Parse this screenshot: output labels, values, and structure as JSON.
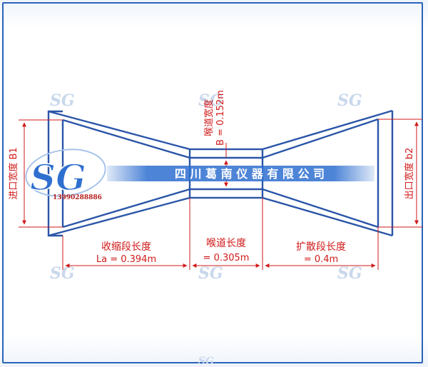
{
  "watermark": "SG",
  "logo": {
    "text": "SG",
    "phone": "13990288886"
  },
  "company_banner": "四 川 葛 南 仪 器 有 限 公 司",
  "labels": {
    "inlet_width": "进口宽度  B1",
    "outlet_width": "出口宽度  b2",
    "throat_width_title": "喉道宽度",
    "throat_width_value": "B = 0.152m",
    "converging_title": "收缩段长度",
    "converging_value": "La = 0.394m",
    "throat_length_title": "喉道长度",
    "throat_length_value": "= 0.305m",
    "diverging_title": "扩散段长度",
    "diverging_value": "= 0.4m"
  },
  "colors": {
    "outline": "#2a55a8",
    "dimension": "#d11a1a",
    "banner": "#2f6fd0",
    "logo": "#2f6fd0"
  }
}
